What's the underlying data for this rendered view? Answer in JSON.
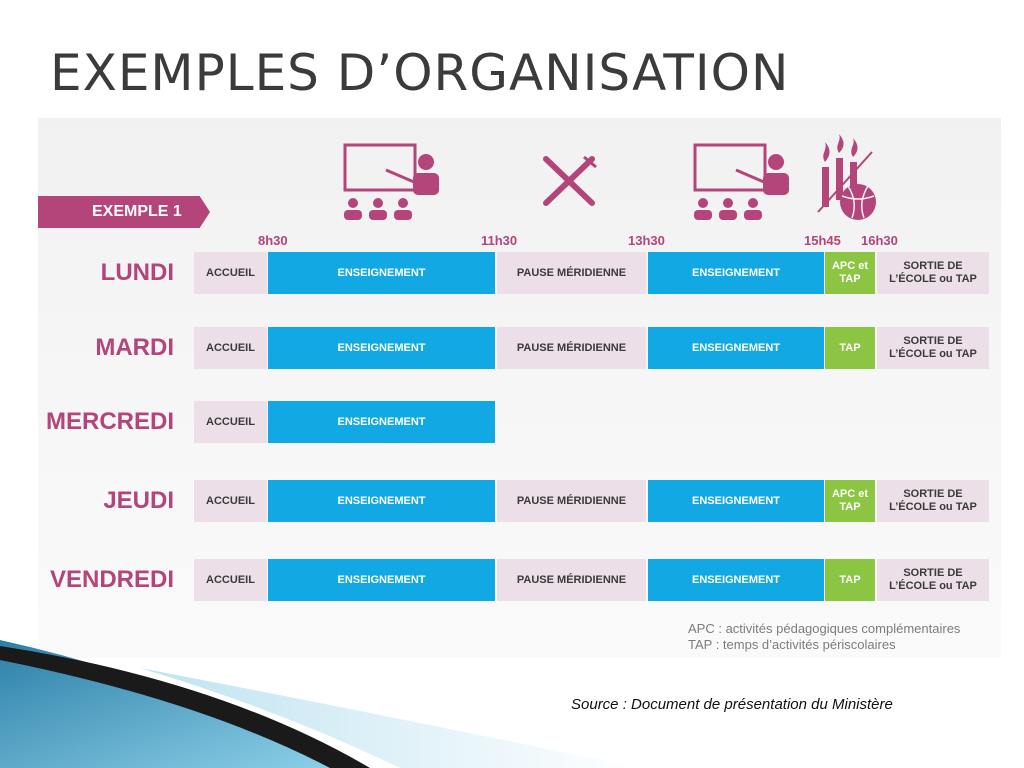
{
  "slide": {
    "title": "EXEMPLES D’ORGANISATION",
    "source": "Source :  Document de présentation du Ministère"
  },
  "example_label": "EXEMPLE 1",
  "icons": [
    "teacher-board-icon",
    "knife-fork-icon",
    "teacher-board-icon",
    "sports-activities-icon"
  ],
  "times": {
    "t1": "8h30",
    "t2": "11h30",
    "t3": "13h30",
    "t4": "15h45",
    "t5": "16h30"
  },
  "days": [
    {
      "name": "LUNDI",
      "blocks": [
        "ACCUEIL",
        "ENSEIGNEMENT",
        "PAUSE MÉRIDIENNE",
        "ENSEIGNEMENT",
        "APC et TAP",
        "SORTIE DE L’ÉCOLE ou TAP"
      ]
    },
    {
      "name": "MARDI",
      "blocks": [
        "ACCUEIL",
        "ENSEIGNEMENT",
        "PAUSE MÉRIDIENNE",
        "ENSEIGNEMENT",
        "TAP",
        "SORTIE DE L’ÉCOLE ou TAP"
      ]
    },
    {
      "name": "MERCREDI",
      "blocks": [
        "ACCUEIL",
        "ENSEIGNEMENT"
      ]
    },
    {
      "name": "JEUDI",
      "blocks": [
        "ACCUEIL",
        "ENSEIGNEMENT",
        "PAUSE MÉRIDIENNE",
        "ENSEIGNEMENT",
        "APC et TAP",
        "SORTIE DE L’ÉCOLE ou TAP"
      ]
    },
    {
      "name": "VENDREDI",
      "blocks": [
        "ACCUEIL",
        "ENSEIGNEMENT",
        "PAUSE MÉRIDIENNE",
        "ENSEIGNEMENT",
        "TAP",
        "SORTIE DE L’ÉCOLE ou TAP"
      ]
    }
  ],
  "legend": {
    "apc": "APC : activités pédagogiques complémentaires",
    "tap": "TAP : temps d’activités périscolaires"
  },
  "colors": {
    "magenta": "#b4457b",
    "enseignement": "#12a8e3",
    "apc_tap": "#8bc541",
    "soft_pink": "#ecdfe8"
  }
}
